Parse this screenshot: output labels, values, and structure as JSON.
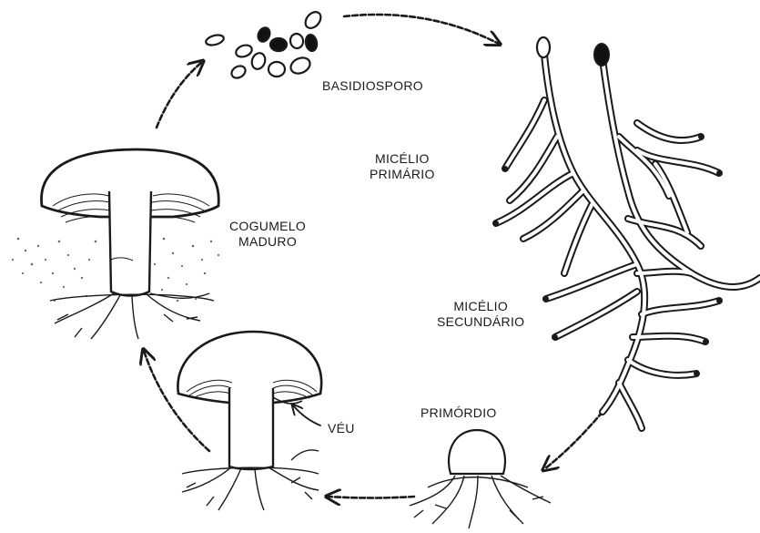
{
  "labels": {
    "basidiosporo": "BASIDIOSPORO",
    "micelio_primario": [
      "MICÉLIO",
      "PRIMÁRIO"
    ],
    "micelio_secundario": [
      "MICÉLIO",
      "SECUNDÁRIO"
    ],
    "primordio": "PRIMÓRDIO",
    "veu": "VÉU",
    "cogumelo_maduro": [
      "COGUMELO",
      "MADURO"
    ]
  },
  "colors": {
    "ink": "#1a1a1a",
    "background": "#ffffff"
  }
}
